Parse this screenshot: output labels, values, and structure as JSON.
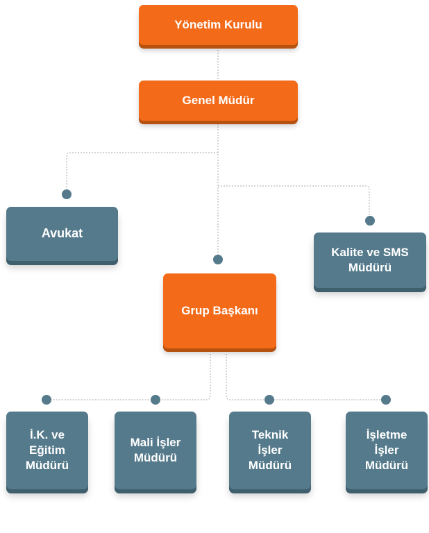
{
  "colors": {
    "accent": "#f36a19",
    "box": "#557a8b",
    "connector": "#b9b9b9"
  },
  "nodes": {
    "board": "Yönetim Kurulu",
    "gm": "Genel Müdür",
    "lawyer": "Avukat",
    "quality": "Kalite ve SMS Müdürü",
    "group_head": "Grup Başkanı",
    "hr": "İ.K. ve Eğitim Müdürü",
    "finance": "Mali İşler Müdürü",
    "technical": "Teknik İşler Müdürü",
    "operations": "İşletme İşler Müdürü"
  }
}
